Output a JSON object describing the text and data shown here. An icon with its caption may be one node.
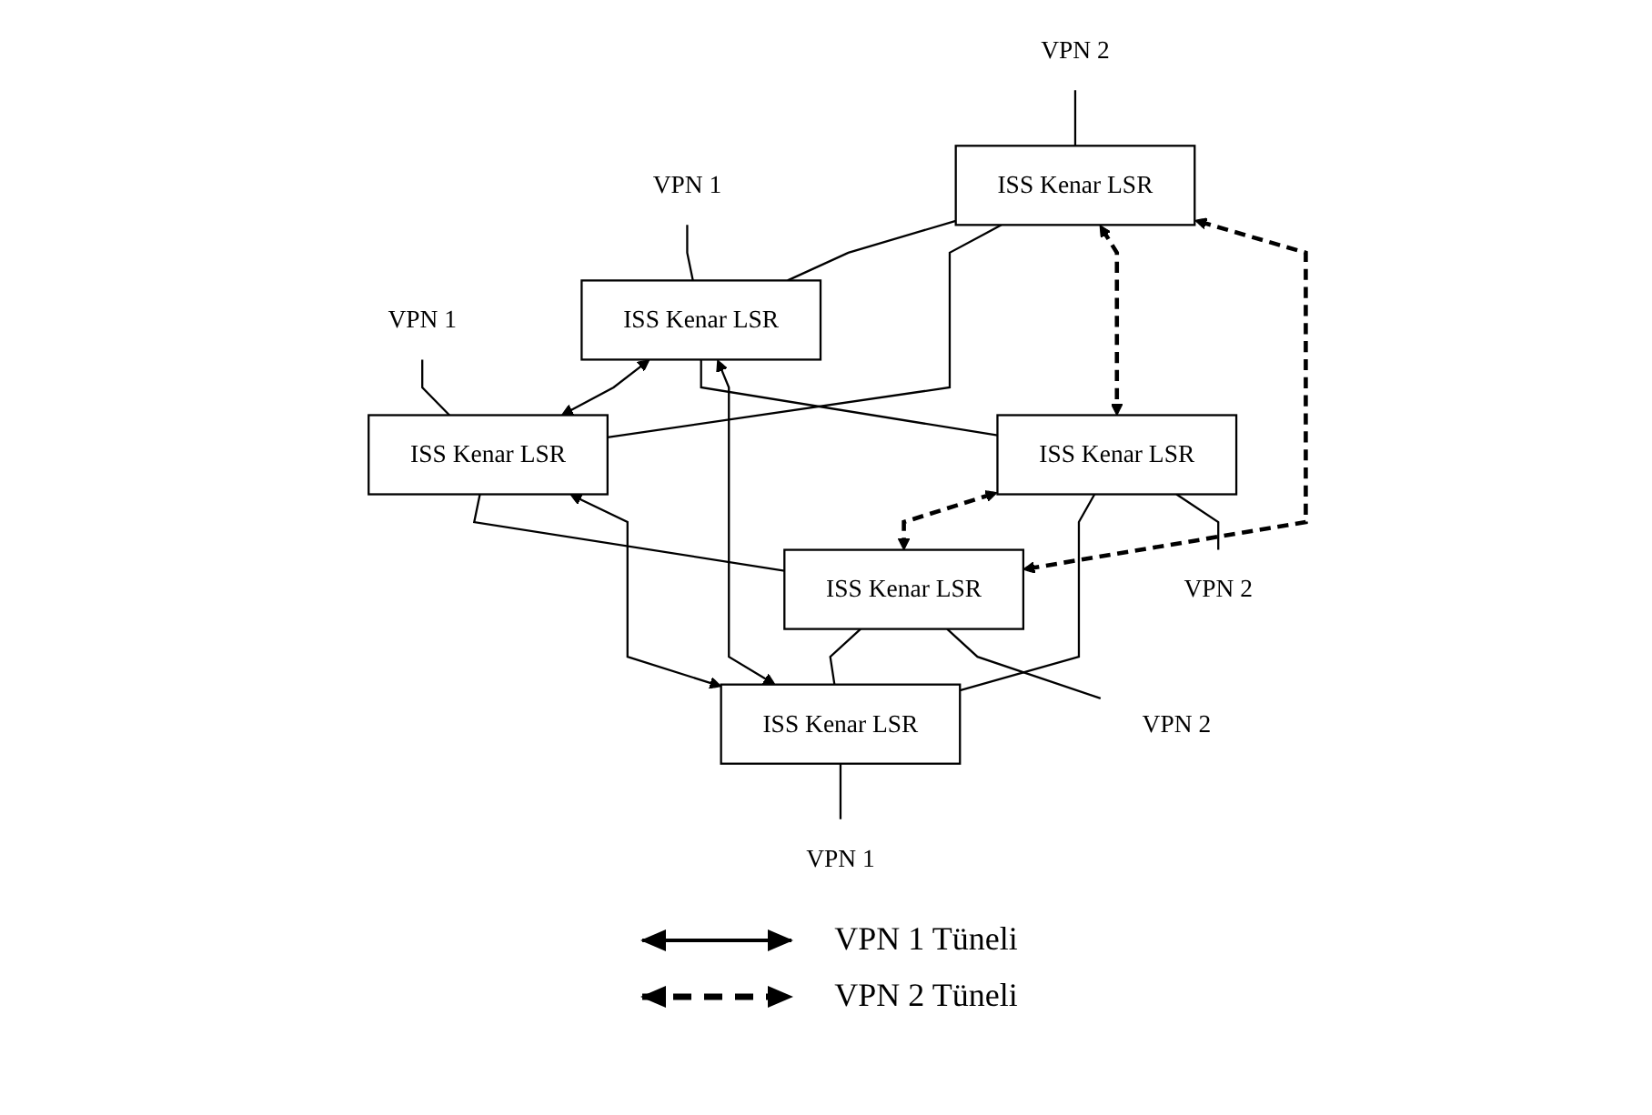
{
  "diagram": {
    "nodes": [
      {
        "text": [
          "VPN 2"
        ]
      },
      {
        "text": [
          "VPN 1"
        ]
      },
      {
        "text": [
          "ISS Kenar LSR"
        ]
      },
      {
        "text": [
          "VPN 1"
        ]
      },
      {
        "text": [
          "ISS Kenar LSR"
        ]
      },
      {
        "text": [
          "ISS Kenar LSR"
        ]
      },
      {
        "text": [
          "ISS Kenar LSR"
        ]
      },
      {
        "text": [
          "ISS Kenar LSR"
        ]
      },
      {
        "text": [
          "ISS Kenar LSR"
        ]
      },
      {
        "text": [
          "VPN 2"
        ]
      },
      {
        "text": [
          "VPN 2"
        ]
      },
      {
        "text": [
          "VPN 1"
        ]
      }
    ],
    "edges": [
      {
        "from": 0,
        "to": 2,
        "arrow": "none"
      },
      {
        "from": 1,
        "to": 4,
        "arrow": "none"
      },
      {
        "from": 3,
        "to": 5,
        "arrow": "none"
      },
      {
        "from": 2,
        "to": 4,
        "arrow": "none"
      },
      {
        "from": 2,
        "to": 5,
        "arrow": "none"
      },
      {
        "from": 4,
        "to": 5,
        "arrow": "both"
      },
      {
        "from": 2,
        "to": 6,
        "arrow": "both",
        "style": "dashed"
      },
      {
        "from": 2,
        "to": 7,
        "arrow": "both",
        "style": "dashed"
      },
      {
        "from": 4,
        "to": 6,
        "arrow": "none"
      },
      {
        "from": 5,
        "to": 7,
        "arrow": "none"
      },
      {
        "from": 6,
        "to": 7,
        "arrow": "both",
        "style": "dashed"
      },
      {
        "from": 4,
        "to": 8,
        "arrow": "both"
      },
      {
        "from": 5,
        "to": 8,
        "arrow": "both"
      },
      {
        "from": 6,
        "to": 8,
        "arrow": "none"
      },
      {
        "from": 7,
        "to": 8,
        "arrow": "none"
      },
      {
        "from": 6,
        "to": 9,
        "arrow": "none"
      },
      {
        "from": 7,
        "to": 10,
        "arrow": "none"
      },
      {
        "from": 8,
        "to": 11,
        "arrow": "none"
      }
    ],
    "legend": [
      {
        "text": "VPN 1 Tüneli"
      },
      {
        "text": "VPN 2 Tüneli"
      }
    ]
  }
}
